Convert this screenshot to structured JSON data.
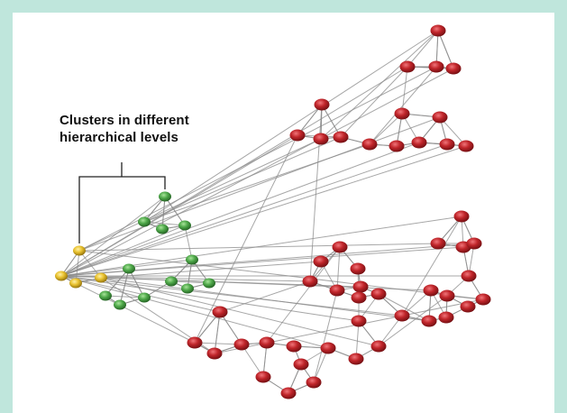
{
  "annotation": {
    "line1": "Clusters in different",
    "line2": "hierarchical levels"
  },
  "colors": {
    "background": "#bfe6dc",
    "panel": "#ffffff",
    "edge": "#8a8a8a",
    "node_yellow": "#e9c22f",
    "node_green": "#4fa94a",
    "node_red": "#c0252a",
    "bracket": "#222222"
  },
  "diagram": {
    "type": "hierarchical-network",
    "node_groups": [
      "yellow",
      "green",
      "red"
    ]
  }
}
